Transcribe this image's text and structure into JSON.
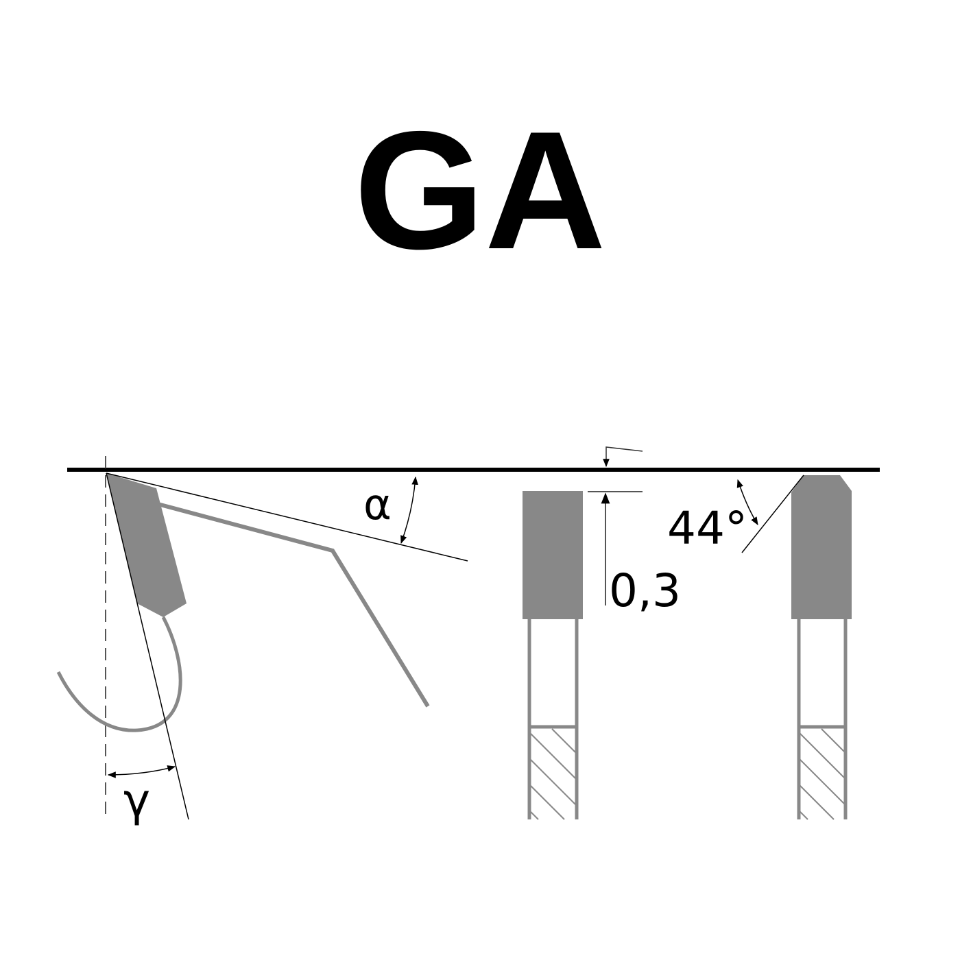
{
  "title": "GA",
  "labels": {
    "clearance_angle": "α",
    "rake_angle": "γ",
    "bevel_height": "0,3",
    "bevel_angle": "44°"
  },
  "colors": {
    "tooth": "#888888",
    "line": "#000000"
  }
}
